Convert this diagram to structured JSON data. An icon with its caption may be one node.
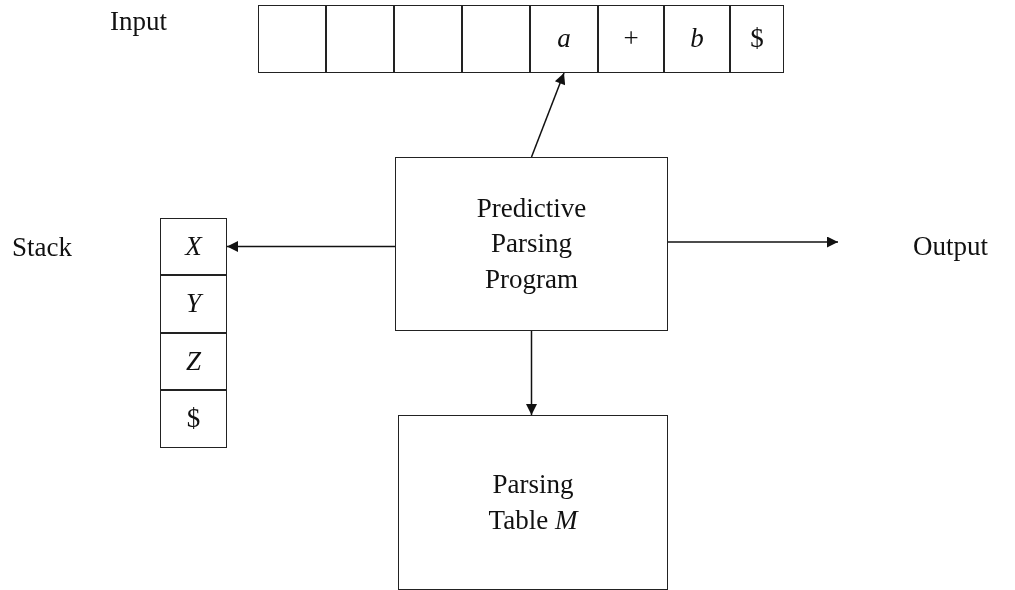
{
  "diagram": {
    "nodes": [
      {
        "text": [],
        "shape": "box"
      },
      {
        "text": [],
        "shape": "box"
      },
      {
        "text": [],
        "shape": "box"
      },
      {
        "text": [],
        "shape": "box"
      },
      {
        "text": [
          "*a*"
        ]
      },
      {
        "text": [
          "+"
        ]
      },
      {
        "text": [
          "*b*"
        ]
      },
      {
        "text": [
          "$"
        ]
      },
      {
        "text": [
          "Predictive Parsing Program"
        ]
      },
      {
        "text": [
          "*X*"
        ]
      },
      {
        "text": [
          "*Y*"
        ]
      },
      {
        "text": [
          "*Z*"
        ]
      },
      {
        "text": [
          "$"
        ]
      },
      {
        "text": [
          "Output"
        ]
      },
      {
        "text": [
          "Parsing Table *M*"
        ]
      }
    ],
    "edges": [
      {
        "from": 8,
        "to": 4,
        "arrow": "to"
      },
      {
        "from": 8,
        "to": 9,
        "arrow": "to"
      },
      {
        "from": 8,
        "to": 13,
        "arrow": "to"
      },
      {
        "from": 8,
        "to": 14,
        "arrow": "to"
      }
    ],
    "labels": [
      "Input",
      "Stack"
    ]
  }
}
